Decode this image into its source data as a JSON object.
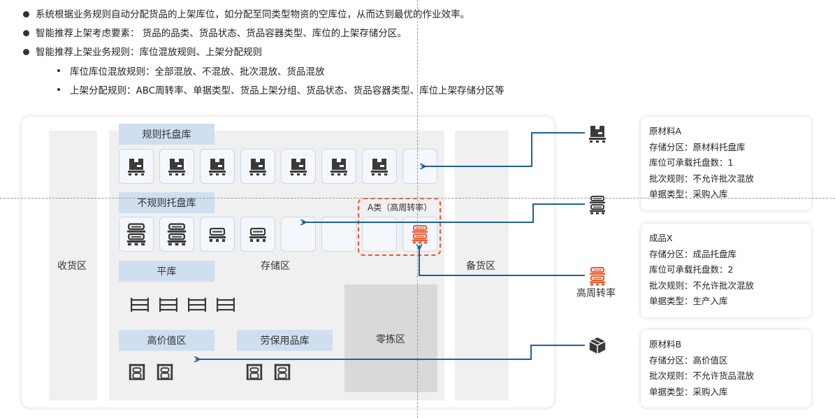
{
  "bullets": {
    "b1": "系统根据业务规则自动分配货品的上架库位，如分配至同类型物资的空库位，从而达到最优的作业效率。",
    "b2": "智能推荐上架考虑要素： 货品的品类、货品状态、货品容器类型、库位的上架存储分区。",
    "b3": "智能推荐上架业务规则：库位混放规则、上架分配规则",
    "s1": "库位库位混放规则：全部混放、不混放、批次混放、货品混放",
    "s2": "上架分配规则：ABC周转率、单据类型、货品上架分组、货品状态、货品容器类型、库位上架存储分区等"
  },
  "warehouse": {
    "receiving_zone": "收货区",
    "storage_zone": "存储区",
    "backup_zone": "备货区",
    "picking_zone": "零拣区",
    "regular_pallet": "规则托盘库",
    "irregular_pallet": "不规则托盘库",
    "flat_storage": "平库",
    "high_value": "高价值区",
    "labor_supplies": "劳保用品库",
    "class_a": "A类（高周转率）"
  },
  "high_turnover_label": "高周转率",
  "cards": [
    {
      "title": "原材料A",
      "zone": "存储分区：原材料托盘库",
      "capacity": "库位可承载托盘数：1",
      "batch": "批次规则：不允许批次混放",
      "doc": "单据类型：采购入库"
    },
    {
      "title": "成品X",
      "zone": "存储分区：成品托盘库",
      "capacity": "库位可承载托盘数：2",
      "batch": "批次规则：不允许批次混放",
      "doc": "单据类型：生产入库"
    },
    {
      "title": "原材料B",
      "zone": "存储分区：高价值区",
      "batch": "批次规则：不允许货品混放",
      "doc": "单据类型：采购入库"
    }
  ],
  "colors": {
    "accent_blue": "#1f5f9c",
    "highlight_orange": "#e8582a",
    "tag_blue": "#cfdff0",
    "icon_dark": "#3a3a3a"
  }
}
